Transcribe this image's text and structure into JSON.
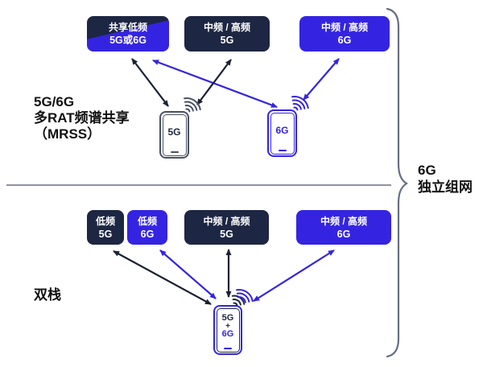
{
  "colors": {
    "navy": "#1d2642",
    "blue": "#3424e2",
    "black": "#1c2133",
    "gray": "#667082",
    "slate": "#495163"
  },
  "mrss": {
    "label_line1": "5G/6G",
    "label_line2": "多RAT频谱共享",
    "label_line3": "（MRSS）",
    "boxes": {
      "shared_low": {
        "line1": "共享低频",
        "line2": "5G或6G"
      },
      "mid_high_5g": {
        "line1": "中频 / 高频",
        "line2": "5G"
      },
      "mid_high_6g": {
        "line1": "中频 / 高频",
        "line2": "6G"
      }
    },
    "phone_5g_label": "5G",
    "phone_6g_label": "6G"
  },
  "dual_stack": {
    "label": "双栈",
    "boxes": {
      "low_5g": {
        "line1": "低频",
        "line2": "5G"
      },
      "low_6g": {
        "line1": "低频",
        "line2": "6G"
      },
      "mid_high_5g": {
        "line1": "中频 / 高频",
        "line2": "5G"
      },
      "mid_high_6g": {
        "line1": "中频 / 高频",
        "line2": "6G"
      }
    },
    "phone": {
      "line1": "5G",
      "line2": "+",
      "line3": "6G"
    }
  },
  "right_label": {
    "line1": "6G",
    "line2": "独立组网"
  }
}
